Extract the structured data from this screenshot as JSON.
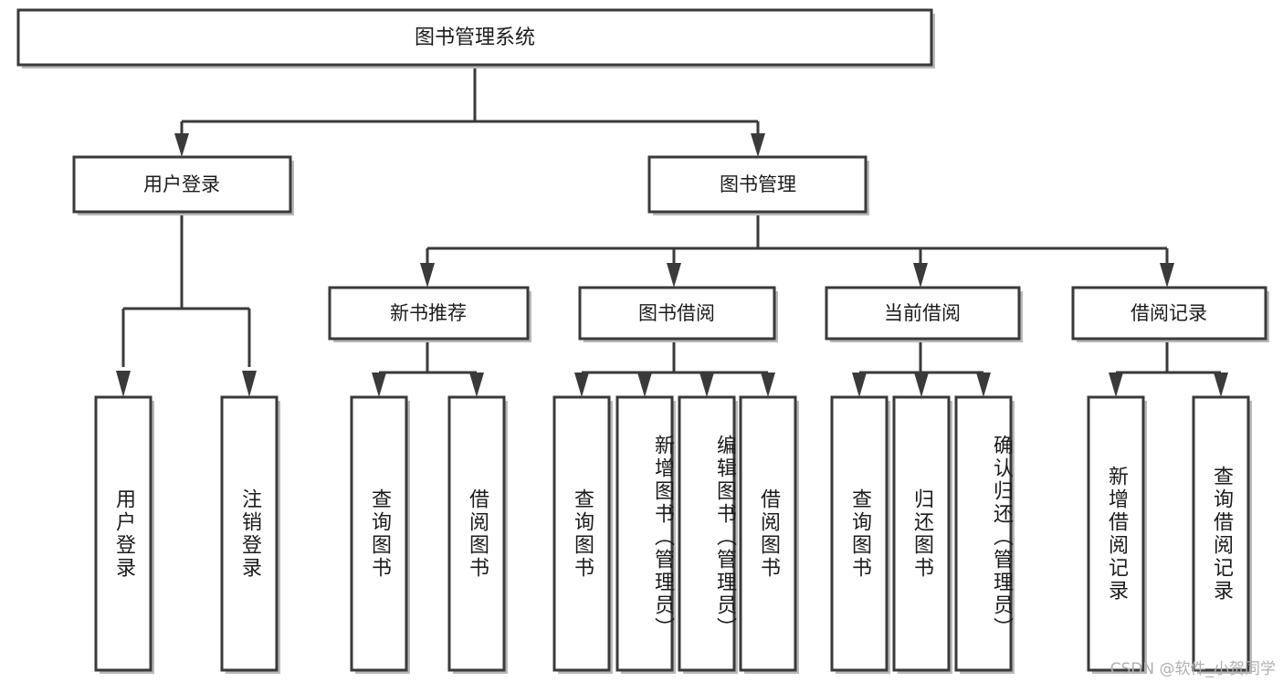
{
  "diagram": {
    "type": "tree",
    "title": "图书管理系统",
    "watermark": "CSDN @软件_小贺同学",
    "colors": {
      "box_stroke": "#3a3a3a",
      "box_fill": "#ffffff",
      "text": "#1b1b1b",
      "shadow": "#b9b9b9",
      "watermark": "#b0b0b0",
      "background": "#ffffff"
    },
    "root": {
      "label": "图书管理系统"
    },
    "level2": [
      {
        "label": "用户登录"
      },
      {
        "label": "图书管理"
      }
    ],
    "level3": [
      {
        "label": "新书推荐"
      },
      {
        "label": "图书借阅"
      },
      {
        "label": "当前借阅"
      },
      {
        "label": "借阅记录"
      }
    ],
    "leaves_user_login": [
      {
        "label": "用户登录"
      },
      {
        "label": "注销登录"
      }
    ],
    "leaves_new_book": [
      {
        "label": "查询图书"
      },
      {
        "label": "借阅图书"
      }
    ],
    "leaves_borrow": [
      {
        "label": "查询图书"
      },
      {
        "label": "新增图书（管理员）"
      },
      {
        "label": "编辑图书（管理员）"
      },
      {
        "label": "借阅图书"
      }
    ],
    "leaves_current": [
      {
        "label": "查询图书"
      },
      {
        "label": "归还图书"
      },
      {
        "label": "确认归还（管理员）"
      }
    ],
    "leaves_record": [
      {
        "label": "新增借阅记录"
      },
      {
        "label": "查询借阅记录"
      }
    ]
  }
}
